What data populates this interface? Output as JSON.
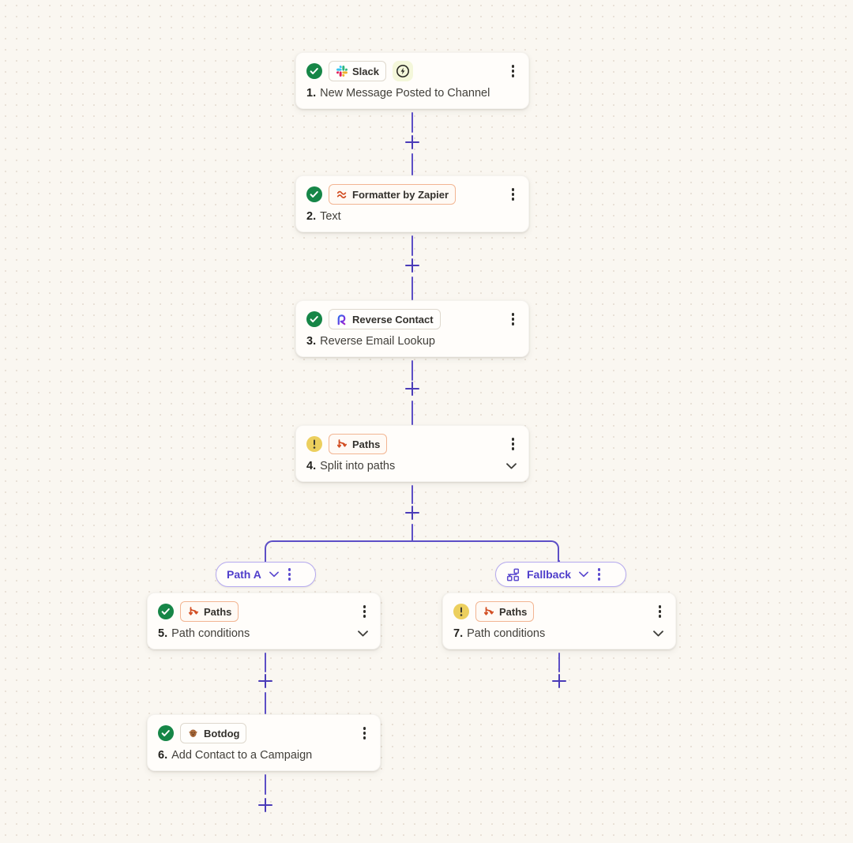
{
  "canvas": {
    "background": "#faf7f1",
    "connector_color": "#5d4fc6",
    "success_color": "#168647",
    "warning_color": "#eccf5d",
    "app_orange": "#d24e23",
    "branch_purple": "#4f3ecb"
  },
  "steps": [
    {
      "app": "Slack",
      "status": "success",
      "number": "1.",
      "title": "New Message Posted to Channel",
      "instant": true
    },
    {
      "app": "Formatter by Zapier",
      "status": "success",
      "number": "2.",
      "title": "Text"
    },
    {
      "app": "Reverse Contact",
      "status": "success",
      "number": "3.",
      "title": "Reverse Email Lookup"
    },
    {
      "app": "Paths",
      "status": "warning",
      "number": "4.",
      "title": "Split into paths",
      "expandable": true
    },
    {
      "app": "Paths",
      "status": "success",
      "number": "5.",
      "title": "Path conditions",
      "expandable": true
    },
    {
      "app": "Botdog",
      "status": "success",
      "number": "6.",
      "title": "Add Contact to a Campaign"
    },
    {
      "app": "Paths",
      "status": "warning",
      "number": "7.",
      "title": "Path conditions",
      "expandable": true
    }
  ],
  "branches": [
    {
      "label": "Path A"
    },
    {
      "label": "Fallback"
    }
  ]
}
